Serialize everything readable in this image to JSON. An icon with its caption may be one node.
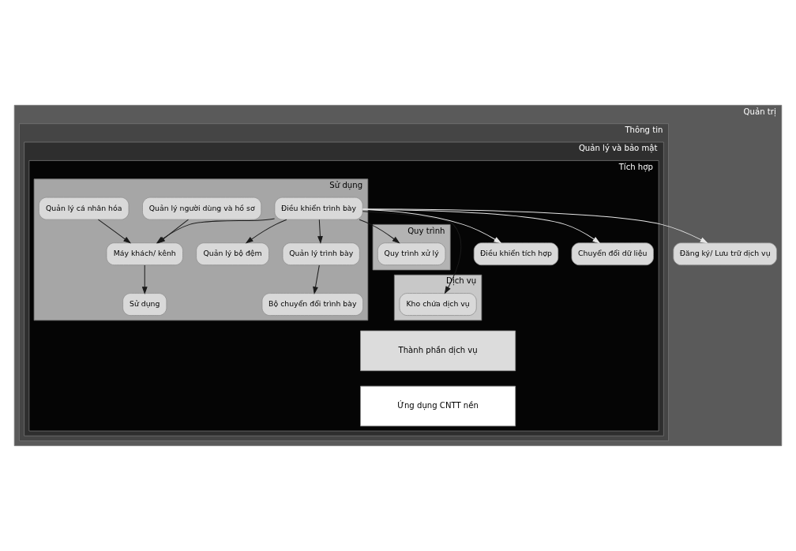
{
  "diagram": {
    "nodes": [
      {
        "text": [
          "Quản trị"
        ]
      },
      {
        "text": [
          "Thông tin"
        ],
        "in": 0
      },
      {
        "text": [
          "Quản lý và bảo mật"
        ],
        "in": 1
      },
      {
        "text": [
          "Tích hợp"
        ],
        "in": 2
      },
      {
        "text": [
          "Sử dụng"
        ],
        "in": 3
      },
      {
        "text": [
          "Sử dụng"
        ],
        "in": 4
      },
      {
        "text": [
          "Máy khách/ kênh"
        ],
        "in": 4
      },
      {
        "text": [
          "Quản lý bộ đệm"
        ],
        "in": 4
      },
      {
        "text": [
          "Quản lý người dùng và hồ sơ"
        ],
        "in": 4
      },
      {
        "text": [
          "Điều khiển trình bày"
        ],
        "in": 4
      },
      {
        "text": [
          "Quản lý cá nhân hóa"
        ],
        "in": 4
      },
      {
        "text": [
          "Bộ chuyển đổi trình bày"
        ],
        "in": 4
      },
      {
        "text": [
          "Quản lý trình bày"
        ],
        "in": 4
      },
      {
        "text": [
          "Quy trình"
        ],
        "in": 3
      },
      {
        "text": [
          "Quy trình xử lý"
        ],
        "in": 13
      },
      {
        "text": [
          "Dịch vụ"
        ],
        "in": 3
      },
      {
        "text": [
          "Kho chứa dịch vụ"
        ],
        "in": 15
      },
      {
        "text": [
          "Thành phần dịch vụ"
        ],
        "in": 3
      },
      {
        "text": [
          "Ứng dụng CNTT nền"
        ],
        "in": 3
      },
      {
        "text": [
          "Điều khiển tích hợp"
        ],
        "in": 3
      },
      {
        "text": [
          "Chuyển đổi dữ liệu"
        ],
        "in": 3
      },
      {
        "text": [
          "Đăng ký/ Lưu trữ dịch vụ"
        ],
        "in": 0
      }
    ],
    "edges": [
      {
        "from": 6,
        "to": 5,
        "arrow": "to"
      },
      {
        "from": 8,
        "to": 6,
        "arrow": "to"
      },
      {
        "from": 10,
        "to": 6,
        "arrow": "to"
      },
      {
        "from": 9,
        "to": 6,
        "arrow": "to"
      },
      {
        "from": 9,
        "to": 7,
        "arrow": "to"
      },
      {
        "from": 12,
        "to": 11,
        "arrow": "to"
      },
      {
        "from": 9,
        "to": 12,
        "arrow": "to"
      },
      {
        "from": 9,
        "to": 14,
        "arrow": "to"
      },
      {
        "from": 9,
        "to": 16,
        "arrow": "to"
      },
      {
        "from": 9,
        "to": 21,
        "arrow": "to",
        "color": "#e6e6e6"
      },
      {
        "from": 9,
        "to": 19,
        "arrow": "to",
        "color": "#e6e6e6"
      },
      {
        "from": 9,
        "to": 20,
        "arrow": "to",
        "color": "#e6e6e6"
      }
    ]
  }
}
